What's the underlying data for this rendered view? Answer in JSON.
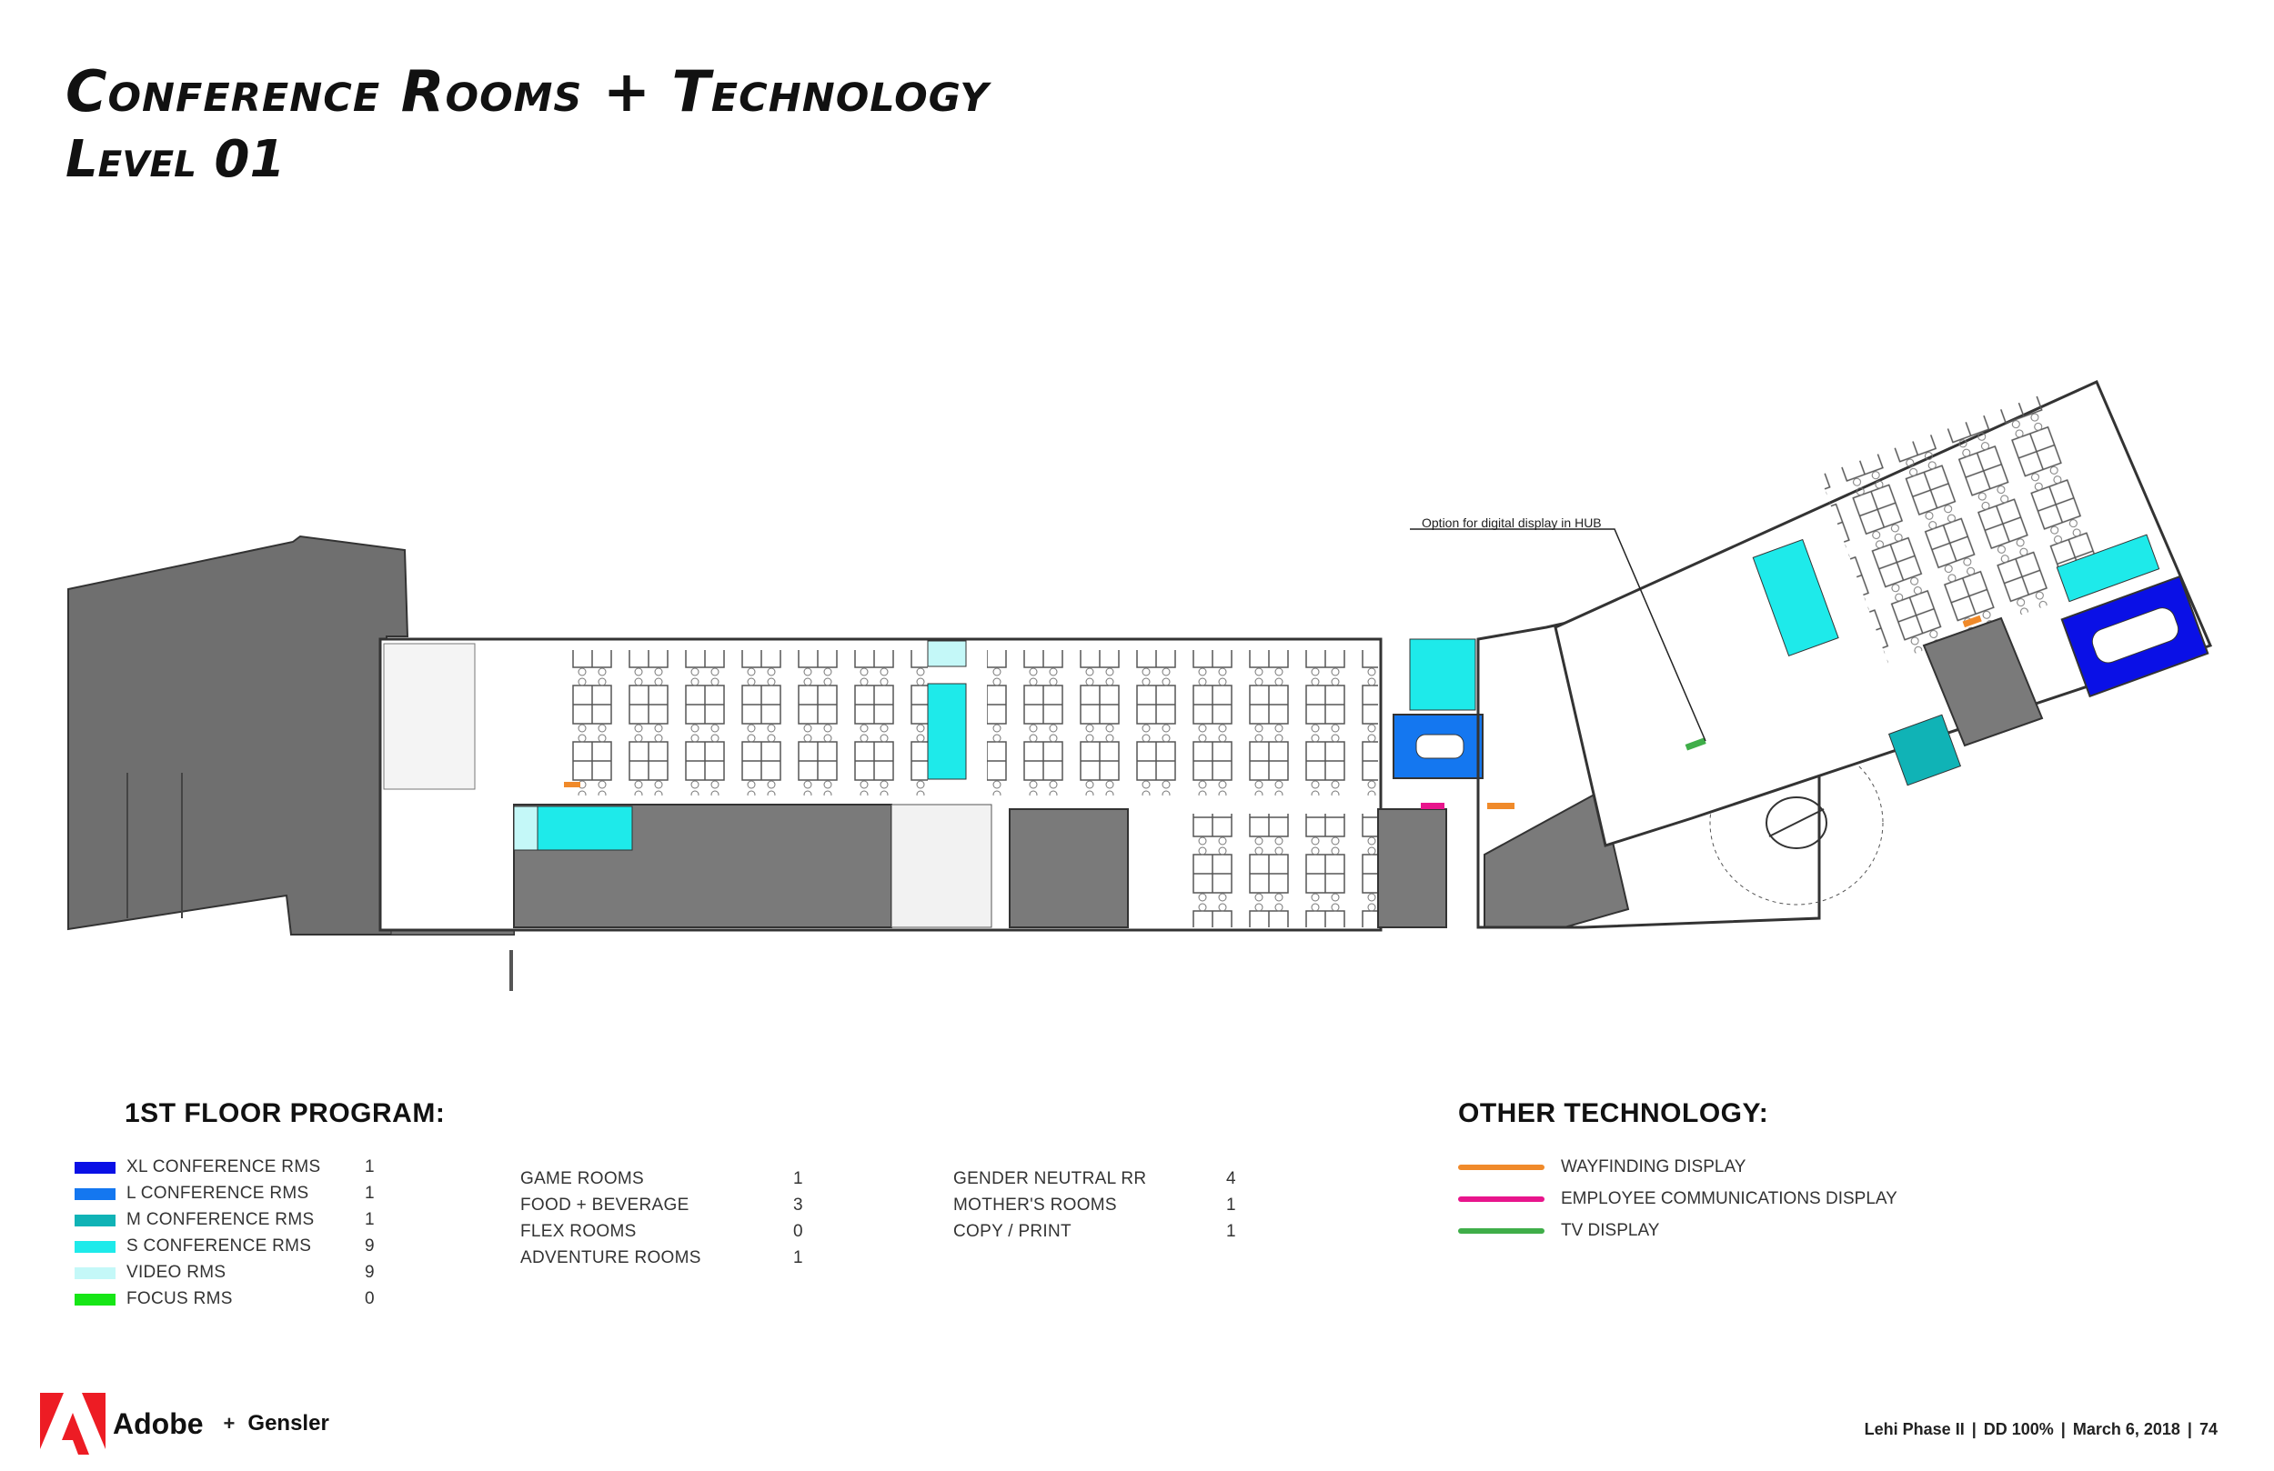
{
  "title": "Conference Rooms + Technology",
  "subtitle": "Level 01",
  "annotation": "Option for digital display in HUB",
  "program": {
    "heading": "1ST FLOOR PROGRAM:",
    "rooms": [
      {
        "label": "XL CONFERENCE RMS",
        "count": "1",
        "color": "#0a10e6"
      },
      {
        "label": "L CONFERENCE RMS",
        "count": "1",
        "color": "#1477f0"
      },
      {
        "label": "M CONFERENCE RMS",
        "count": "1",
        "color": "#10b3b6"
      },
      {
        "label": "S CONFERENCE RMS",
        "count": "9",
        "color": "#1eeaea"
      },
      {
        "label": "VIDEO RMS",
        "count": "9",
        "color": "#c4f8f8"
      },
      {
        "label": "FOCUS RMS",
        "count": "0",
        "color": "#16e616"
      }
    ],
    "other": [
      {
        "label": "GAME ROOMS",
        "count": "1"
      },
      {
        "label": "FOOD + BEVERAGE",
        "count": "3"
      },
      {
        "label": "FLEX ROOMS",
        "count": "0"
      },
      {
        "label": "ADVENTURE ROOMS",
        "count": "1"
      }
    ],
    "facilities": [
      {
        "label": "GENDER NEUTRAL RR",
        "count": "4"
      },
      {
        "label": "MOTHER'S ROOMS",
        "count": "1"
      },
      {
        "label": "COPY / PRINT",
        "count": "1"
      }
    ]
  },
  "technology": {
    "heading": "OTHER TECHNOLOGY:",
    "items": [
      {
        "label": "WAYFINDING DISPLAY",
        "color": "#f08a2a"
      },
      {
        "label": "EMPLOYEE COMMUNICATIONS DISPLAY",
        "color": "#e8158c"
      },
      {
        "label": "TV DISPLAY",
        "color": "#3fae49"
      }
    ]
  },
  "footer": {
    "brand": "Adobe",
    "plus": "+",
    "partner": "Gensler",
    "project": "Lehi Phase II",
    "phase": "DD 100%",
    "date": "March 6, 2018",
    "page": "74"
  }
}
